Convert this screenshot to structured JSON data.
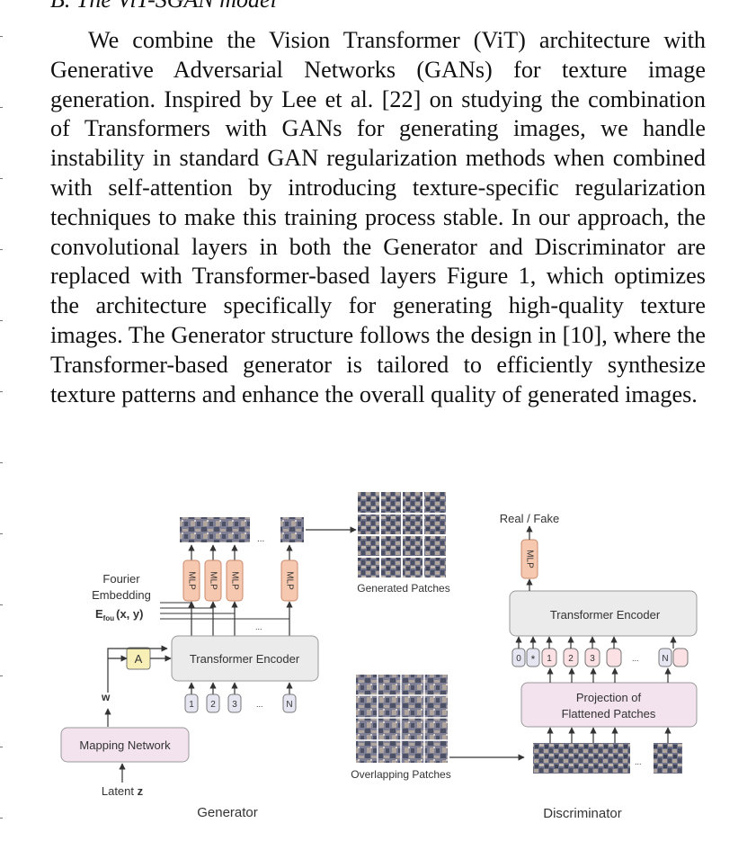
{
  "section": {
    "heading": "B. The ViT-SGAN model"
  },
  "paragraph": "We combine the Vision Transformer (ViT) architecture with Generative Adversarial Networks (GANs) for texture image generation. Inspired by Lee et al. [22] on studying the combination of Transformers with GANs for generating images, we handle instability in standard GAN regularization methods when combined with self-attention by introducing texture-specific regularization techniques to make this training process stable. In our approach, the convolutional layers in both the Generator and Discriminator are replaced with Transformer-based layers Figure 1, which optimizes the architecture specifically for generating high-quality texture images. The Generator structure follows the design in [10], where the Transformer-based generator is tailored to efficiently synthesize texture patterns and enhance the overall quality of generated images.",
  "figure": {
    "generator": {
      "title": "Generator",
      "fourier_line1": "Fourier",
      "fourier_line2": "Embedding",
      "fourier_symbol": "E",
      "fourier_sub": "fou",
      "fourier_args": "(x, y)",
      "mlp": [
        "MLP",
        "MLP",
        "MLP",
        "MLP"
      ],
      "a_label": "A",
      "encoder": "Transformer Encoder",
      "w_label": "w",
      "tokens": [
        "1",
        "2",
        "3",
        "N"
      ],
      "ellipsis": "...",
      "mapping": "Mapping Network",
      "latent_text": "Latent",
      "latent_var": "z",
      "generated_patches": "Generated Patches"
    },
    "discriminator": {
      "title": "Discriminator",
      "real_fake": "Real / Fake",
      "mlp": "MLP",
      "encoder": "Transformer Encoder",
      "tokens": [
        "0",
        "*",
        "1",
        "2",
        "3",
        "N"
      ],
      "projection_line1": "Projection of",
      "projection_line2": "Flattened Patches",
      "overlapping_patches": "Overlapping Patches"
    },
    "colors": {
      "mlp_fill": "#f6c8b0",
      "mlp_stroke": "#c98a6c",
      "encoder_fill": "#ebebeb",
      "a_fill": "#f7efb6",
      "mapping_fill": "#f3e3ee",
      "projection_fill": "#f3e3ee",
      "token_fill": "#e6e6f3",
      "token_alt_fill": "#fbe0e4",
      "texture_dark": "#4d5165",
      "texture_mid": "#7f7f95",
      "texture_light": "#b0a69e"
    }
  }
}
